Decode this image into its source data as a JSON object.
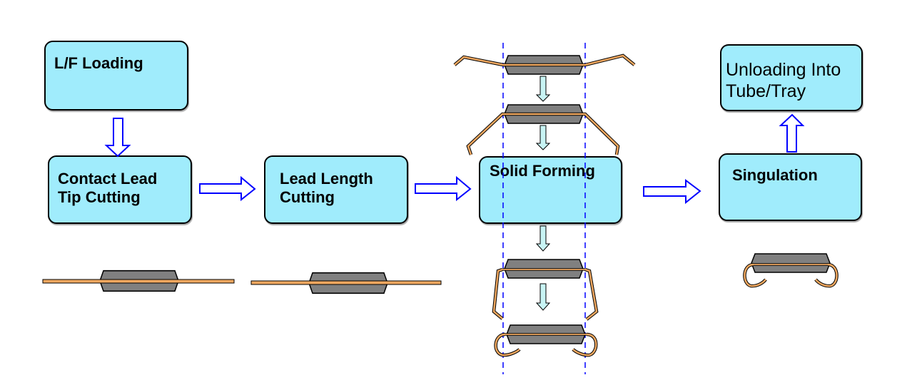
{
  "diagram": {
    "title": "",
    "steps": [
      {
        "id": "lf-loading",
        "label": "L/F Loading"
      },
      {
        "id": "contact-lead-tip-cutting",
        "label": "Contact Lead\nTip Cutting"
      },
      {
        "id": "lead-length-cutting",
        "label": "Lead Length\nCutting"
      },
      {
        "id": "solid-forming",
        "label": "Solid Forming"
      },
      {
        "id": "singulation",
        "label": "Singulation"
      },
      {
        "id": "unloading",
        "label": "Unloading Into\nTube/Tray"
      }
    ],
    "flow": [
      [
        "lf-loading",
        "contact-lead-tip-cutting"
      ],
      [
        "contact-lead-tip-cutting",
        "lead-length-cutting"
      ],
      [
        "lead-length-cutting",
        "solid-forming"
      ],
      [
        "solid-forming",
        "singulation"
      ],
      [
        "singulation",
        "unloading"
      ]
    ],
    "colors": {
      "box_fill": "#a0ecfc",
      "box_border": "#000000",
      "arrow": "#0000ff",
      "package_body": "#808080",
      "lead": "#f0a860",
      "guide_line": "#0000ff",
      "small_arrow_fill": "#c8f4f4"
    }
  }
}
